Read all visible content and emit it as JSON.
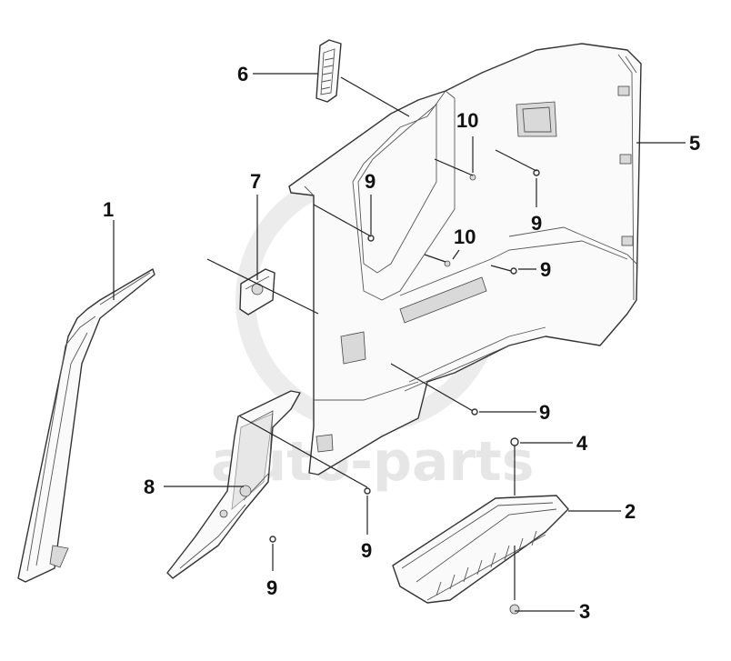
{
  "watermark": {
    "text": "auto-parts"
  },
  "callouts": [
    {
      "id": "1",
      "label": "1"
    },
    {
      "id": "2",
      "label": "2"
    },
    {
      "id": "3",
      "label": "3"
    },
    {
      "id": "4",
      "label": "4"
    },
    {
      "id": "5",
      "label": "5"
    },
    {
      "id": "6",
      "label": "6"
    },
    {
      "id": "7",
      "label": "7"
    },
    {
      "id": "8",
      "label": "8"
    },
    {
      "id": "9a",
      "label": "9"
    },
    {
      "id": "9b",
      "label": "9"
    },
    {
      "id": "9c",
      "label": "9"
    },
    {
      "id": "9d",
      "label": "9"
    },
    {
      "id": "9e",
      "label": "9"
    },
    {
      "id": "9f",
      "label": "9"
    },
    {
      "id": "10a",
      "label": "10"
    },
    {
      "id": "10b",
      "label": "10"
    }
  ]
}
